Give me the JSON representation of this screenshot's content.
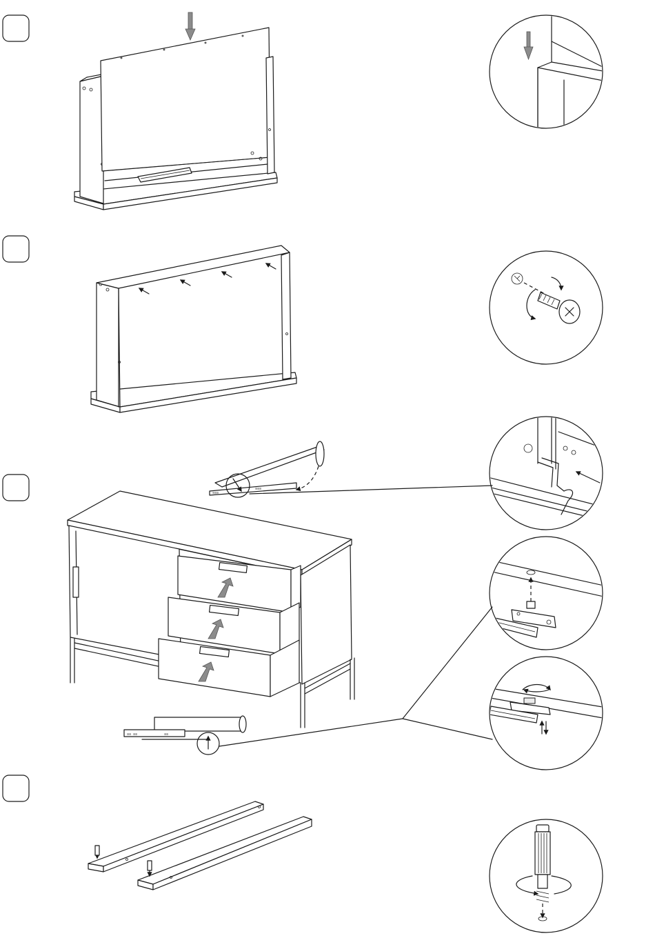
{
  "steps": [
    {
      "id": "step-1",
      "number": ""
    },
    {
      "id": "step-2",
      "number": ""
    },
    {
      "id": "step-3",
      "number": ""
    },
    {
      "id": "step-4",
      "number": ""
    }
  ],
  "detail_callouts": [
    {
      "id": "detail-panel-insert",
      "icon": "down-arrow-icon"
    },
    {
      "id": "detail-screw",
      "icon": "screw-icon"
    },
    {
      "id": "detail-drawer-rail",
      "icon": "rail-clip-icon"
    },
    {
      "id": "detail-slide-clip",
      "icon": "clip-icon"
    },
    {
      "id": "detail-slide-adjust",
      "icon": "rotate-icon"
    },
    {
      "id": "detail-cam-bolt",
      "icon": "bolt-icon"
    }
  ],
  "colors": {
    "line": "#1a1a1a",
    "arrow": "#8c8c8c",
    "background": "#ffffff"
  }
}
